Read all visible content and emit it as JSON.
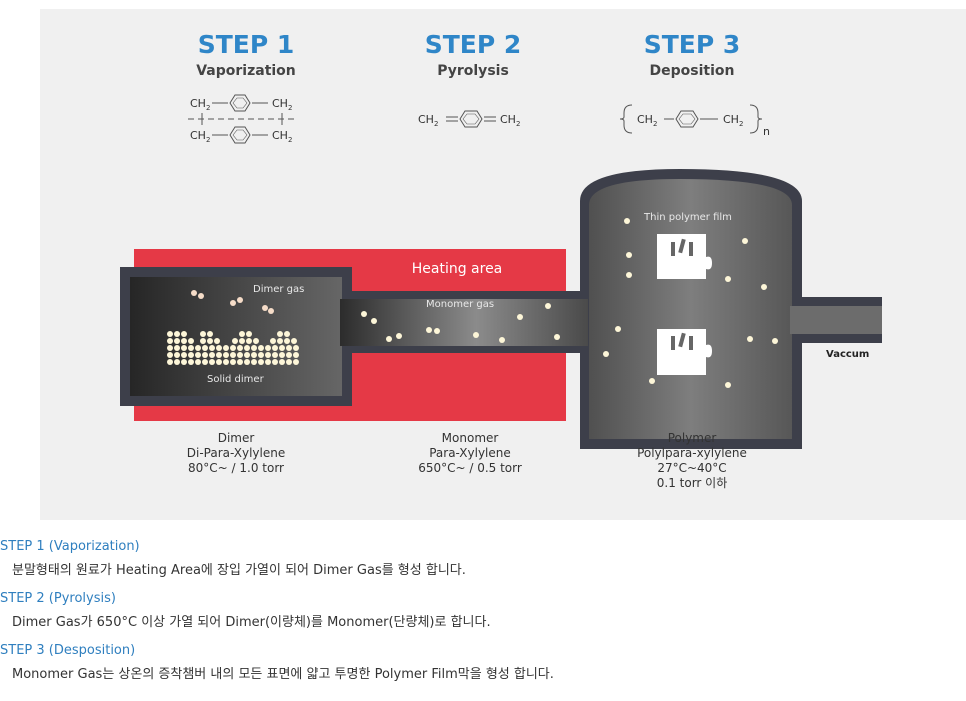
{
  "diagram": {
    "steps": [
      {
        "title": "STEP 1",
        "subtitle": "Vaporization"
      },
      {
        "title": "STEP 2",
        "subtitle": "Pyrolysis"
      },
      {
        "title": "STEP 3",
        "subtitle": "Deposition"
      }
    ],
    "formula_ch2": "CH",
    "formula_sub_2": "2",
    "formula_sub_n": "n",
    "heating_area": "Heating area",
    "dimer_gas": "Dimer gas",
    "solid_dimer": "Solid dimer",
    "monomer_gas": "Monomer gas",
    "thin_film": "Thin polymer film",
    "vaccum": "Vaccum",
    "captions": [
      {
        "line1": "Dimer",
        "line2": "Di-Para-Xylylene",
        "line3": "80°C~ / 1.0 torr"
      },
      {
        "line1": "Monomer",
        "line2": "Para-Xylylene",
        "line3": "650°C~ / 0.5 torr"
      },
      {
        "line1": "Polymer",
        "line2": "Polylpara-xylylene",
        "line3": "27°C~40°C",
        "line4": "0.1 torr 이하"
      }
    ],
    "colors": {
      "step_blue": "#2f86c8",
      "heat_red": "#e53946",
      "chamber": "#3d3f4a",
      "particle": "#fdf6d8"
    }
  },
  "description": [
    {
      "title": "STEP 1 (Vaporization)",
      "text": "분말형태의 원료가 Heating Area에 장입 가열이 되어 Dimer Gas를 형성 합니다."
    },
    {
      "title": "STEP 2 (Pyrolysis)",
      "text": "Dimer Gas가 650°C 이상 가열 되어 Dimer(이량체)를 Monomer(단량체)로 합니다."
    },
    {
      "title": "STEP 3 (Desposition)",
      "text": "Monomer Gas는 상온의 증착챔버 내의 모든 표면에 얇고 투명한 Polymer Film막을 형성 합니다."
    }
  ]
}
